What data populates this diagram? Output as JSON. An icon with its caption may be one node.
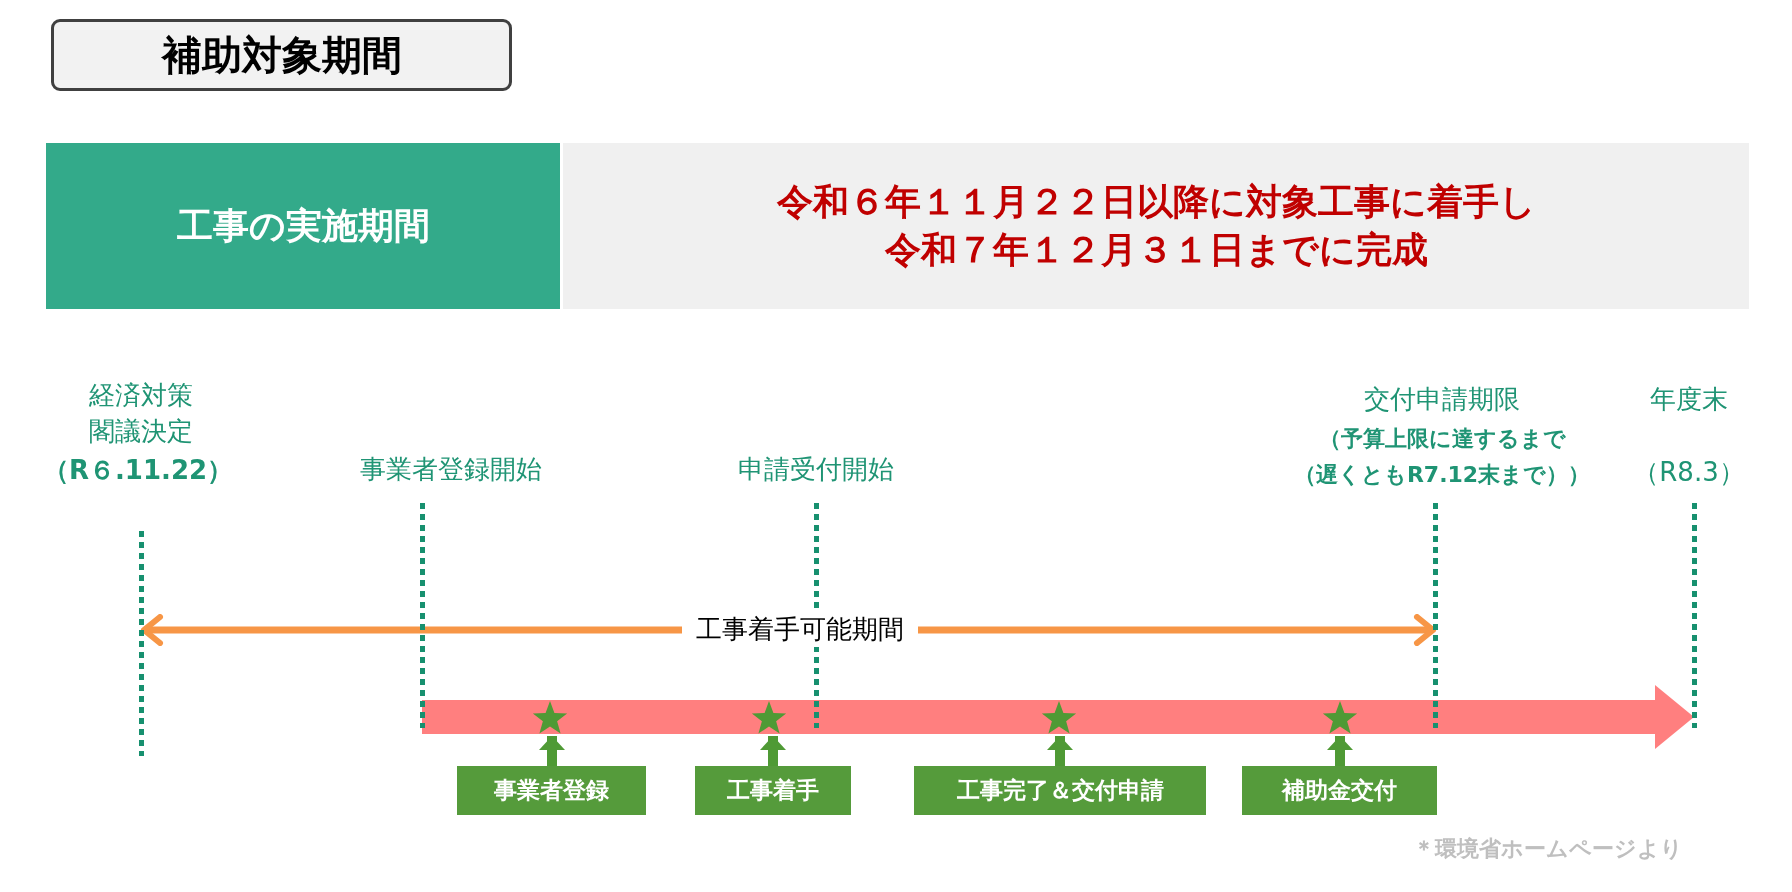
{
  "diagram": {
    "nodes": [
      {
        "text": [
          "補助対象期間"
        ]
      },
      {
        "text": [
          "工事の実施期間"
        ]
      },
      {
        "text": [
          "令和６年１１月２２日以降に対象工事に着手し",
          "令和７年１２月３１日までに完成"
        ]
      },
      {
        "text": [],
        "shape": "line",
        "beside": [
          "経済対策閣議決定",
          "（R６.11.22）"
        ]
      },
      {
        "text": [],
        "shape": "line",
        "beside": [
          "事業者登録開始"
        ]
      },
      {
        "text": [],
        "shape": "line",
        "beside": [
          "申請受付開始"
        ]
      },
      {
        "text": [],
        "shape": "line",
        "beside": [
          "交付申請期限",
          "（予算上限に達するまで",
          "（遅くともR7.12末まで））"
        ]
      },
      {
        "text": [],
        "shape": "line",
        "beside": [
          "年度末",
          "（R8.3）"
        ]
      },
      {
        "text": [],
        "shape": "star"
      },
      {
        "text": [],
        "shape": "star"
      },
      {
        "text": [],
        "shape": "star"
      },
      {
        "text": [],
        "shape": "star"
      },
      {
        "text": [
          "事業者登録"
        ]
      },
      {
        "text": [
          "工事着手"
        ]
      },
      {
        "text": [
          "工事完了＆交付申請"
        ]
      },
      {
        "text": [
          "補助金交付"
        ]
      }
    ],
    "edges": [
      {
        "from": 3,
        "to": 6,
        "arrow": "both",
        "label": "工事着手可能期間",
        "color": "#f79646"
      },
      {
        "from": 12,
        "to": 8,
        "arrow": "to"
      },
      {
        "from": 13,
        "to": 9,
        "arrow": "to"
      },
      {
        "from": 14,
        "to": 10,
        "arrow": "to"
      },
      {
        "from": 15,
        "to": 11,
        "arrow": "to"
      }
    ],
    "labels": [
      "＊環境省ホームページより"
    ]
  }
}
